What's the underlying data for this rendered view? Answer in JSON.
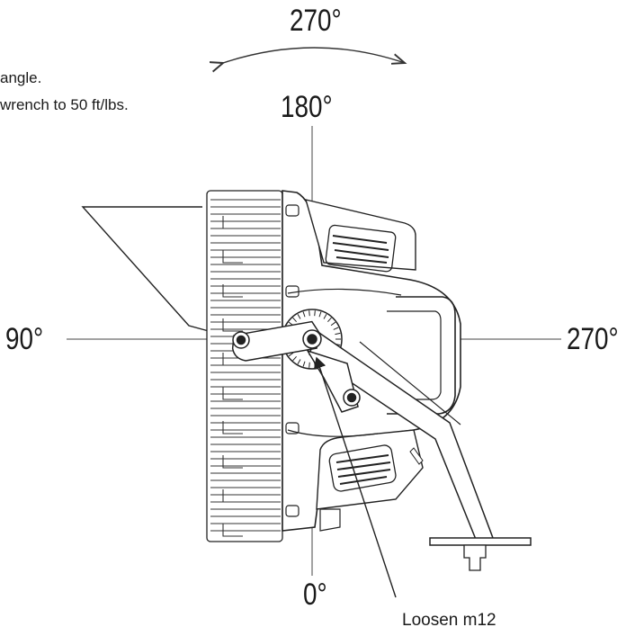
{
  "instructions": {
    "line1": "angle.",
    "line2": "wrench to 50 ft/lbs."
  },
  "angles": {
    "top_rotation": "270°",
    "top": "180°",
    "left": "90°",
    "right": "270°",
    "bottom": "0°"
  },
  "callout": {
    "loosen": "Loosen m12"
  }
}
